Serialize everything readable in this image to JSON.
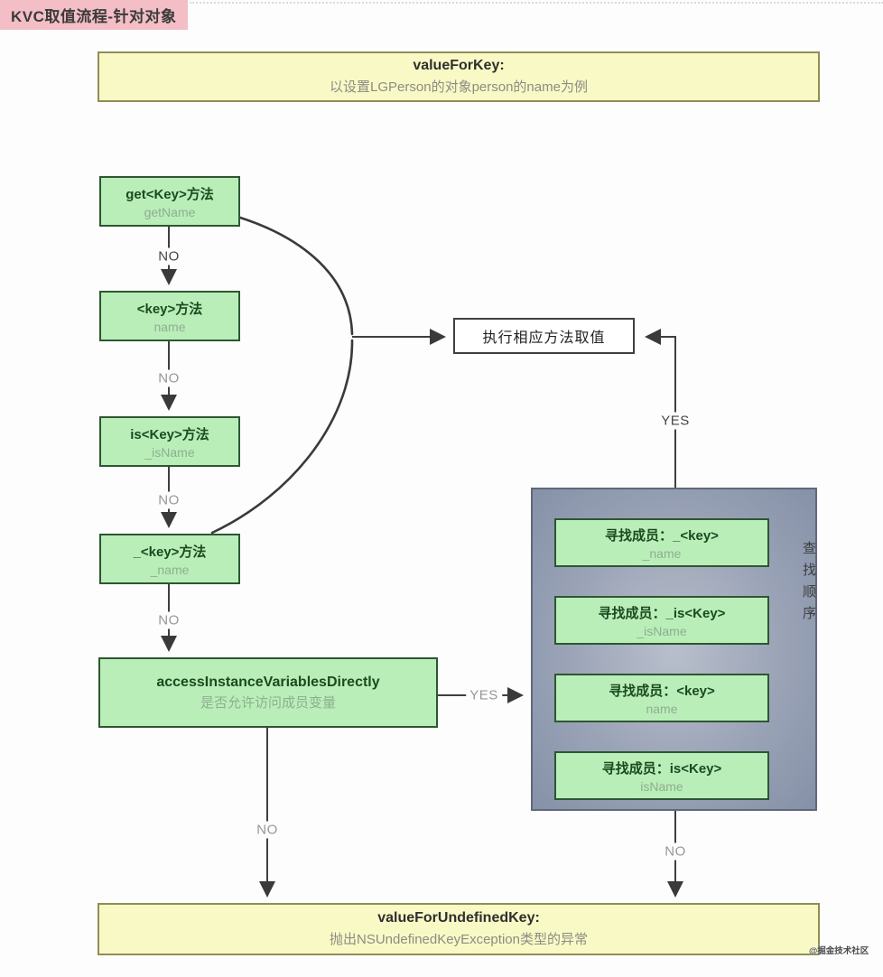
{
  "page": {
    "title": "KVC取值流程-针对对象",
    "watermark": "@掘金技术社区"
  },
  "top_box": {
    "title": "valueForKey:",
    "subtitle": "以设置LGPerson的对象person的name为例"
  },
  "flow": {
    "step1": {
      "title": "get<Key>方法",
      "subtitle": "getName"
    },
    "step2": {
      "title": "<key>方法",
      "subtitle": "name"
    },
    "step3": {
      "title": "is<Key>方法",
      "subtitle": "_isName"
    },
    "step4": {
      "title": "_<key>方法",
      "subtitle": "_name"
    },
    "access": {
      "title": "accessInstanceVariablesDirectly",
      "subtitle": "是否允许访问成员变量"
    },
    "exec": {
      "title": "执行相应方法取值"
    }
  },
  "labels": {
    "no1": "NO",
    "no2": "NO",
    "no3": "NO",
    "no4": "NO",
    "no_access": "NO",
    "no_container": "NO",
    "yes_exec": "YES",
    "yes_access": "YES"
  },
  "container": {
    "item1": {
      "title": "寻找成员：_<key>",
      "subtitle": "_name"
    },
    "item2": {
      "title": "寻找成员：_is<Key>",
      "subtitle": "_isName"
    },
    "item3": {
      "title": "寻找成员：<key>",
      "subtitle": "name"
    },
    "item4": {
      "title": "寻找成员：is<Key>",
      "subtitle": "isName"
    },
    "order": "查找顺序"
  },
  "bottom_box": {
    "title": "valueForUndefinedKey:",
    "subtitle": "抛出NSUndefinedKeyException类型的异常"
  },
  "colors": {
    "title_bg": "#f3bec5",
    "note_bg": "#f9f9c6",
    "node_bg": "#b9eeb9",
    "order_arrow": "#2b50dd"
  }
}
